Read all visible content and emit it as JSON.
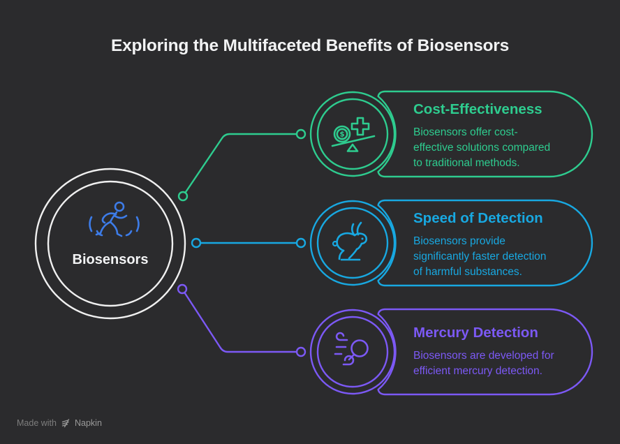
{
  "title": "Exploring the Multifaceted Benefits of Biosensors",
  "center": {
    "label": "Biosensors",
    "icon": "running-person-icon"
  },
  "cards": [
    {
      "id": "cost-effectiveness",
      "icon": "money-scale-icon",
      "title": "Cost-Effectiveness",
      "body_lines": [
        "Biosensors offer cost-",
        "effective solutions compared",
        "to traditional methods."
      ]
    },
    {
      "id": "speed-of-detection",
      "icon": "rabbit-icon",
      "title": "Speed of Detection",
      "body_lines": [
        "Biosensors provide",
        "significantly faster detection",
        "of harmful substances."
      ]
    },
    {
      "id": "mercury-detection",
      "icon": "magnifier-wind-icon",
      "title": "Mercury Detection",
      "body_lines": [
        "Biosensors are developed for",
        "efficient mercury detection."
      ]
    }
  ],
  "footer": {
    "made_with": "Made with",
    "brand": "Napkin"
  },
  "glyphs": {
    "dollar": "$"
  },
  "colors": {
    "background": "#2b2b2d",
    "green": "#2ecc8f",
    "cyan": "#18a8e1",
    "purple": "#7c59f5",
    "blue": "#3d7ce8",
    "ring-white": "#f0f0f0",
    "title-white": "#f2f3f4",
    "muted-gray": "#7d7d7d",
    "brand-gray": "#9a9a9a"
  }
}
